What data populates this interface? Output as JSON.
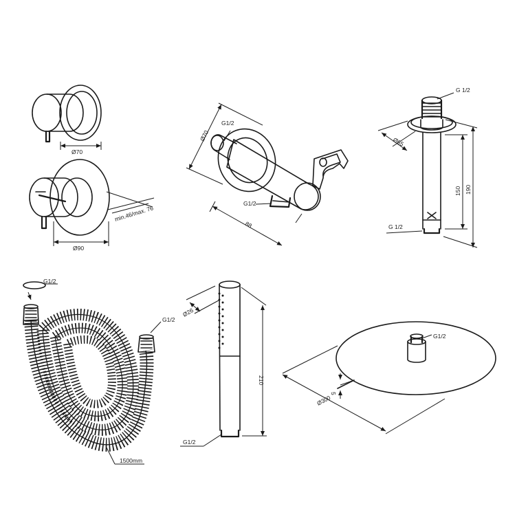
{
  "labels": {
    "valve_small_dia": "Ø70",
    "valve_large_dia": "Ø90",
    "valve_depth": "min.46/max. 76",
    "elbow_dia": "Ø70",
    "elbow_inlet": "G1/2",
    "elbow_outlet": "G1/2",
    "elbow_length": "88",
    "arm_thread_top": "G 1/2",
    "arm_flange_dia": "Ø65",
    "arm_thread_bottom": "G 1/2",
    "arm_length_inner": "150",
    "arm_length_outer": "190",
    "hose_thread_left": "G1/2",
    "hose_thread_right": "G1/2",
    "hose_length": "1500mm",
    "handshower_dia": "Ø26",
    "handshower_length": "210",
    "handshower_thread": "G1/2",
    "head_thread": "G1/2",
    "head_thickness": "5",
    "head_dia": "Ø300"
  }
}
